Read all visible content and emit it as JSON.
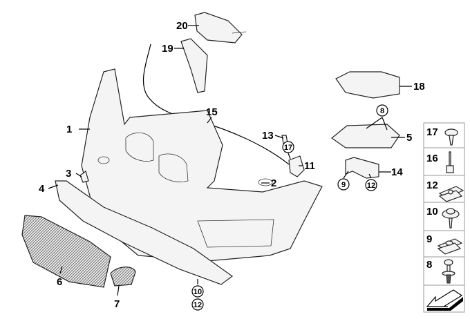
{
  "diagram": {
    "callouts": {
      "p20": "20",
      "p19": "19",
      "p18": "18",
      "p1": "1",
      "p15": "15",
      "p8": "8",
      "p5": "5",
      "p13": "13",
      "p17": "17",
      "p11": "11",
      "p3": "3",
      "p2": "2",
      "p14": "14",
      "p9": "9",
      "p12a": "12",
      "p4": "4",
      "p6": "6",
      "p7": "7",
      "p10": "10",
      "p12b": "12"
    },
    "legend": [
      "17",
      "16",
      "12",
      "10",
      "9",
      "8"
    ]
  }
}
